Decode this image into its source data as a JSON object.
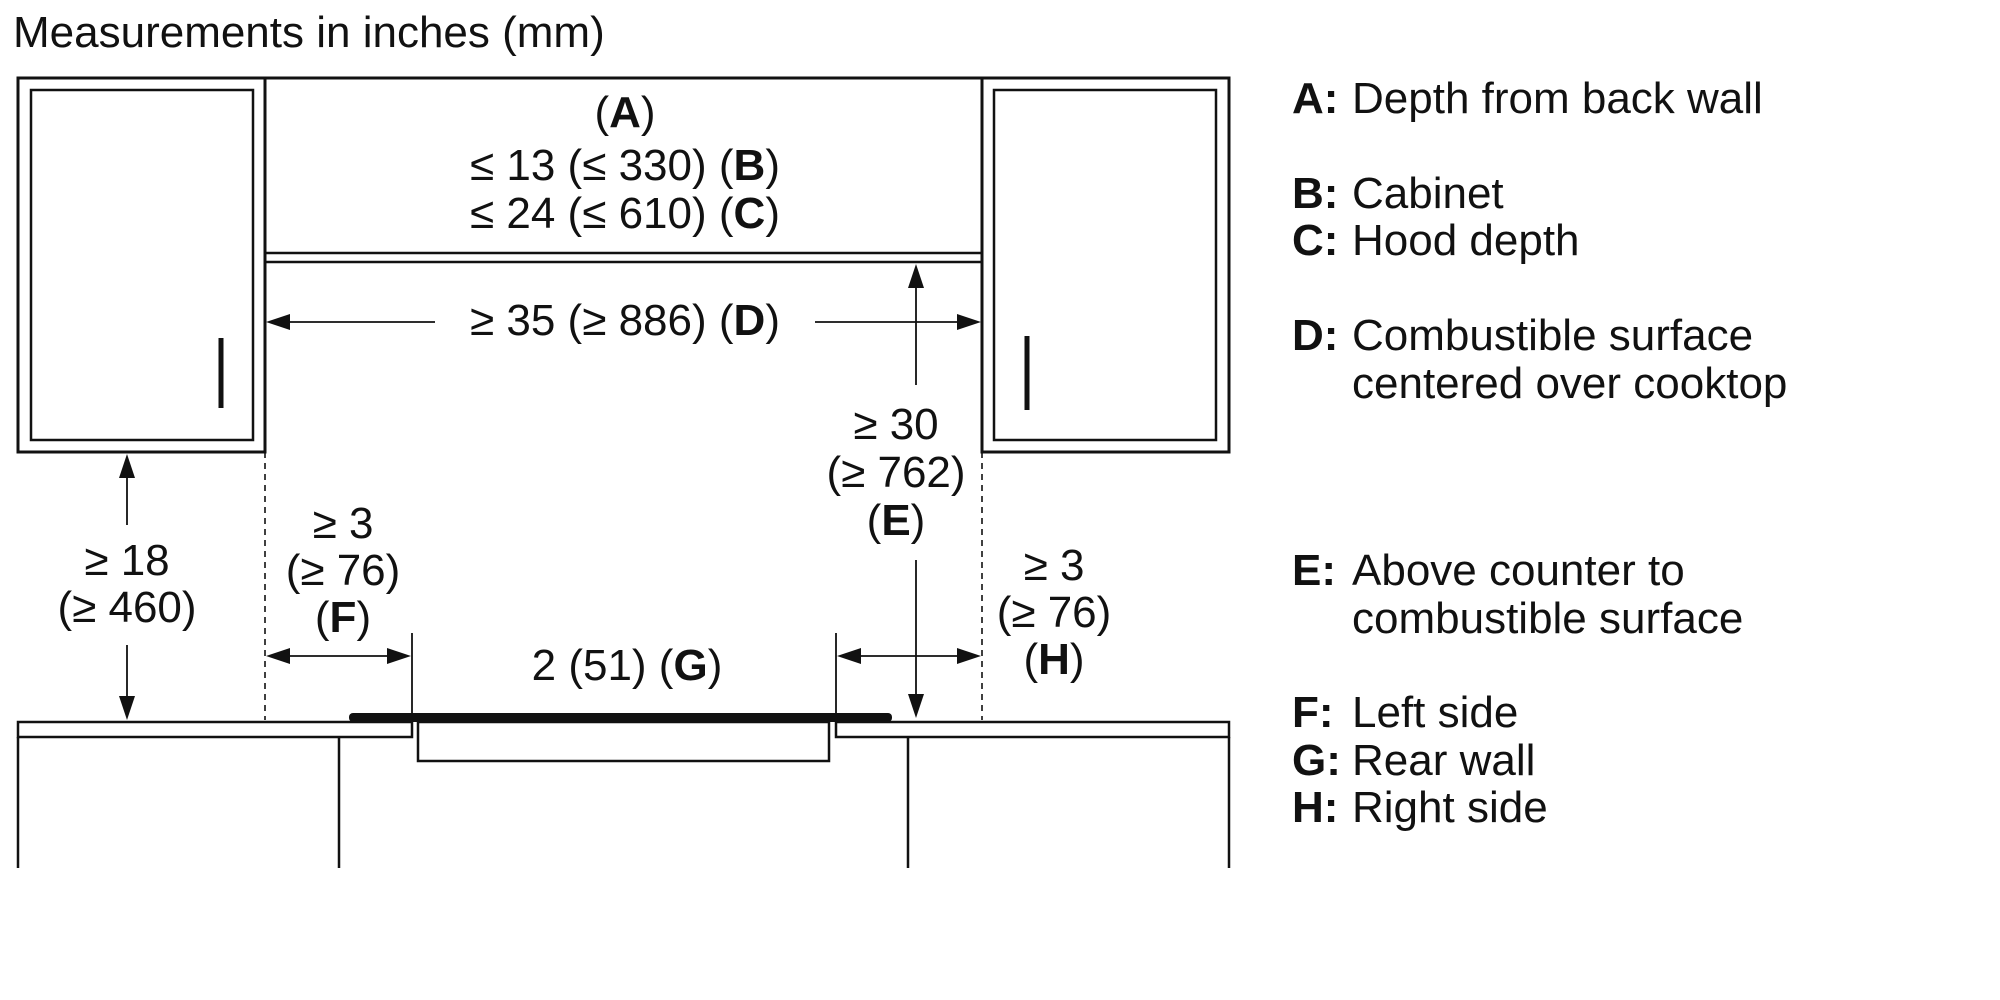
{
  "title": "Measurements in inches (mm)",
  "colors": {
    "ink": "#111111",
    "background": "#ffffff"
  },
  "dims": {
    "a_label": "A",
    "b_text": "≤ 13 (≤ 330)",
    "b_label": "B",
    "c_text": "≤ 24 (≤ 610)",
    "c_label": "C",
    "d_text": "≥ 35 (≥ 886)",
    "d_label": "D",
    "e_line1": "≥ 30",
    "e_line2": "(≥ 762)",
    "e_label": "E",
    "left_line1": "≥ 18",
    "left_line2": "(≥ 460)",
    "f_line1": "≥ 3",
    "f_line2": "(≥ 76)",
    "f_label": "F",
    "g_text": "2 (51)",
    "g_label": "G",
    "h_line1": "≥ 3",
    "h_line2": "(≥ 76)",
    "h_label": "H"
  },
  "legend": [
    {
      "key": "A:",
      "lines": [
        "Depth from back wall"
      ]
    },
    {
      "key": "B:",
      "lines": [
        "Cabinet"
      ]
    },
    {
      "key": "C:",
      "lines": [
        "Hood depth"
      ]
    },
    {
      "key": "D:",
      "lines": [
        "Combustible surface",
        "centered over cooktop"
      ]
    },
    {
      "key": "E:",
      "lines": [
        "Above counter to",
        "combustible surface"
      ]
    },
    {
      "key": "F:",
      "lines": [
        "Left side"
      ]
    },
    {
      "key": "G:",
      "lines": [
        "Rear wall"
      ]
    },
    {
      "key": "H:",
      "lines": [
        "Right side"
      ]
    }
  ]
}
